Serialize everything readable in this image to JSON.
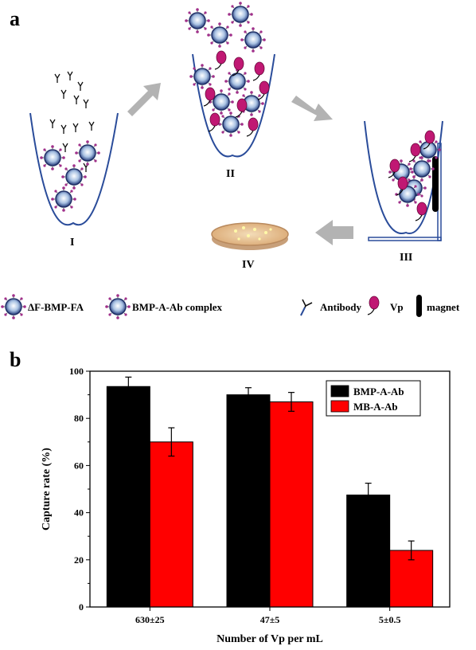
{
  "panel_a": {
    "letter": "a",
    "steps": [
      "I",
      "II",
      "III",
      "IV"
    ],
    "legend": [
      {
        "icon": "particle-icon",
        "label": "ΔF-BMP-FA"
      },
      {
        "icon": "complex-icon",
        "label": "BMP-A-Ab complex"
      },
      {
        "icon": "antibody-icon",
        "label": "Antibody"
      },
      {
        "icon": "bacterium-icon",
        "label": "Vp"
      },
      {
        "icon": "magnet-icon",
        "label": "magnet"
      }
    ],
    "colors": {
      "particle": "#8fb0d8",
      "bacterium": "#c01873",
      "arrow": "#b3b3b3",
      "dish": "#e8c9a0"
    }
  },
  "panel_b": {
    "letter": "b"
  },
  "chart_data": {
    "type": "bar",
    "categories": [
      "630±25",
      "47±5",
      "5±0.5"
    ],
    "series": [
      {
        "name": "BMP-A-Ab",
        "color": "#000000",
        "values": [
          93.5,
          90,
          47.5
        ],
        "errors": [
          4,
          3,
          5
        ]
      },
      {
        "name": "MB-A-Ab",
        "color": "#ff0000",
        "values": [
          70,
          87,
          24
        ],
        "errors": [
          6,
          4,
          4
        ]
      }
    ],
    "xlabel": "Number of Vp per mL",
    "ylabel": "Capture rate (%)",
    "ylim": [
      0,
      100
    ],
    "yticks": [
      0,
      20,
      40,
      60,
      80,
      100
    ],
    "legend_position": "top-right",
    "grid": false
  }
}
